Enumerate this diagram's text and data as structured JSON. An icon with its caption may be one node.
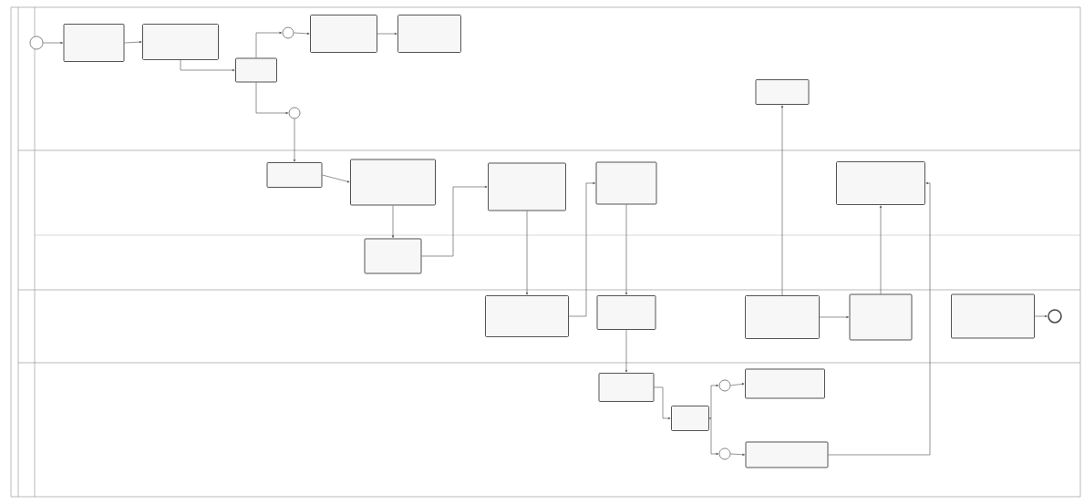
{
  "diagram": {
    "nodes": [
      {
        "text": [],
        "shape": "circle"
      },
      {
        "text": [],
        "shape": "box"
      },
      {
        "text": [],
        "shape": "box"
      },
      {
        "text": [],
        "shape": "box"
      },
      {
        "text": [],
        "shape": "circle"
      },
      {
        "text": [],
        "shape": "box"
      },
      {
        "text": [],
        "shape": "box"
      },
      {
        "text": [],
        "shape": "circle"
      },
      {
        "text": [],
        "shape": "box"
      },
      {
        "text": [],
        "shape": "box"
      },
      {
        "text": [],
        "shape": "box"
      },
      {
        "text": [],
        "shape": "box"
      },
      {
        "text": [],
        "shape": "box"
      },
      {
        "text": [],
        "shape": "box"
      },
      {
        "text": [],
        "shape": "box"
      },
      {
        "text": [],
        "shape": "box"
      },
      {
        "text": [],
        "shape": "box"
      },
      {
        "text": [],
        "shape": "box"
      },
      {
        "text": [],
        "shape": "box"
      },
      {
        "text": [],
        "shape": "box"
      },
      {
        "text": [],
        "shape": "circle"
      },
      {
        "text": [],
        "shape": "box"
      },
      {
        "text": [],
        "shape": "box"
      },
      {
        "text": [],
        "shape": "circle"
      },
      {
        "text": [],
        "shape": "box"
      },
      {
        "text": [],
        "shape": "circle"
      },
      {
        "text": [],
        "shape": "box"
      }
    ],
    "edges": [
      {
        "from": 0,
        "to": 1,
        "arrow": "to"
      },
      {
        "from": 1,
        "to": 2,
        "arrow": "to"
      },
      {
        "from": 2,
        "to": 3,
        "arrow": "to"
      },
      {
        "from": 3,
        "to": 4,
        "arrow": "to"
      },
      {
        "from": 4,
        "to": 5,
        "arrow": "to"
      },
      {
        "from": 5,
        "to": 6,
        "arrow": "to"
      },
      {
        "from": 3,
        "to": 7,
        "arrow": "to"
      },
      {
        "from": 7,
        "to": 8,
        "arrow": "to"
      },
      {
        "from": 8,
        "to": 9,
        "arrow": "to"
      },
      {
        "from": 9,
        "to": 10,
        "arrow": "to"
      },
      {
        "from": 10,
        "to": 11,
        "arrow": "to"
      },
      {
        "from": 11,
        "to": 15,
        "arrow": "to"
      },
      {
        "from": 15,
        "to": 12,
        "arrow": "to"
      },
      {
        "from": 12,
        "to": 16,
        "arrow": "to"
      },
      {
        "from": 16,
        "to": 21,
        "arrow": "to"
      },
      {
        "from": 17,
        "to": 13,
        "arrow": "to"
      },
      {
        "from": 18,
        "to": 14,
        "arrow": "to"
      },
      {
        "from": 17,
        "to": 18,
        "arrow": "to"
      },
      {
        "from": 19,
        "to": 20,
        "arrow": "to"
      },
      {
        "from": 21,
        "to": 22,
        "arrow": "to"
      },
      {
        "from": 22,
        "to": 23,
        "arrow": "to"
      },
      {
        "from": 23,
        "to": 24,
        "arrow": "to"
      },
      {
        "from": 22,
        "to": 25,
        "arrow": "to"
      },
      {
        "from": 25,
        "to": 26,
        "arrow": "to"
      },
      {
        "from": 26,
        "to": 14,
        "arrow": "to"
      }
    ]
  }
}
